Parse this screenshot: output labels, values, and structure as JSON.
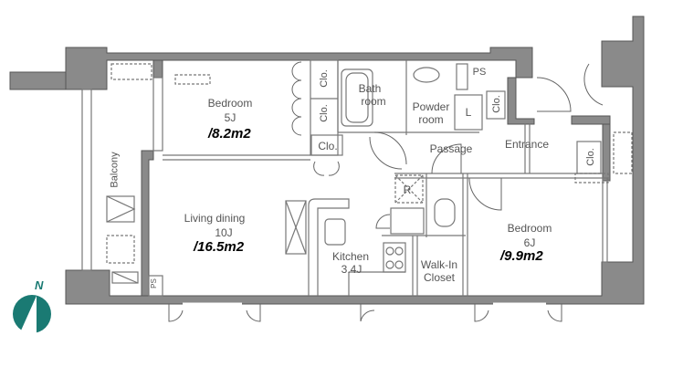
{
  "rooms": {
    "bedroom1": {
      "name": "Bedroom",
      "size_j": "5J",
      "area": "/8.2m2"
    },
    "living": {
      "name": "Living dining",
      "size_j": "10J",
      "area": "/16.5m2"
    },
    "bedroom2": {
      "name": "Bedroom",
      "size_j": "6J",
      "area": "/9.9m2"
    },
    "kitchen": {
      "name": "Kitchen",
      "size_j": "3.4J"
    },
    "bath": {
      "name": "Bath",
      "name2": "room"
    },
    "powder": {
      "name": "Powder",
      "name2": "room"
    },
    "passage": {
      "name": "Passage"
    },
    "entrance": {
      "name": "Entrance"
    },
    "walkin": {
      "name": "Walk-In",
      "name2": "Closet"
    },
    "balcony": {
      "name": "Balcony"
    }
  },
  "closet_label": "Clo.",
  "ps_label": "PS",
  "laundry_label": "L",
  "fridge_label": "R",
  "compass": {
    "label": "N",
    "color": "#1a7a73"
  },
  "colors": {
    "wall": "#808080",
    "line": "#666666"
  }
}
